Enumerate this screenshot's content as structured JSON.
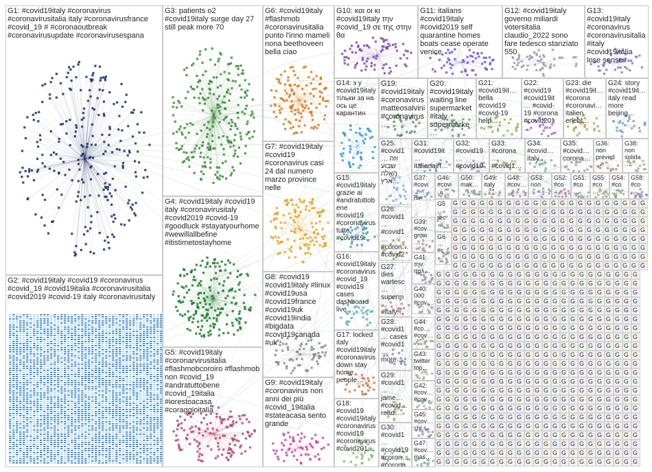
{
  "groups": [
    {
      "id": "G1",
      "text": "G1: #covid19italy #coronavirus #coronavirusitalia italy #coronavirusfrance #covid_19 # #coronaoutbreak #coronavirusupdate #coronavirusespana",
      "color": "#1b2a5e",
      "shape": "ellipse"
    },
    {
      "id": "G2",
      "text": "G2: #covid19italy #covid19 #coronavirus #covid_19 #covid19italia #coronavirusitalia #covid2019 #covid-19 italy #coronavirusitaly",
      "color": "#2d7fbf",
      "shape": "grid"
    },
    {
      "id": "G3",
      "text": "G3: patients o2 #covid19italy surge day 27 still peak more 70",
      "color": "#3a8a3a",
      "shape": "ellipse"
    },
    {
      "id": "G4",
      "text": "G4: #covid19italy #covid19 italy #coronavirusitaly #covid2019 #covid-19 #goodluck #stayatyourhome #wewillallbefine #itistimetostayhome",
      "color": "#1e7a2e",
      "shape": "ellipse"
    },
    {
      "id": "G5",
      "text": "G5: #covid19italy #coronarvirusitalia #flashmobcoroiro #flashmob non #covid_19 #andratuttobene #covid_19italia #iorestoacasa #coraggioitalia",
      "color": "#b04a6a",
      "shape": "ellipse"
    },
    {
      "id": "G6",
      "text": "G6: #covid19italy #flashmob #coronavirusitalia punto l'inno mameli nona beethoveen bella ciao",
      "color": "#d27a1e",
      "shape": "ellipse"
    },
    {
      "id": "G7",
      "text": "G7: #covid19italy #covid19 #coronavirus casi 24 dal numero marzo province nelle",
      "color": "#e0a52a",
      "shape": "ellipse"
    },
    {
      "id": "G8",
      "text": "G8: #covid19 #covid19italy #linux #covid19usa #covid19france #covid19uk #covid19india #bigdata #covid19canada #uk",
      "color": "#8a8a8a",
      "shape": "ellipse"
    },
    {
      "id": "G9",
      "text": "G9: #covid19italy #coronavirus non anni dei più #covid_19italia #stateacasa sento grande",
      "color": "#c04a9a",
      "shape": "ellipse"
    },
    {
      "id": "G10",
      "text": "G10: και οι κι #covid19italy την #covid_19 σε της στην θα",
      "color": "#7a4ab0",
      "shape": "ellipse"
    },
    {
      "id": "G11",
      "text": "G11: italians #covid19italy #covid2019 self quarantine homes boats cease operate venice",
      "color": "#6a5acd",
      "shape": "ellipse"
    },
    {
      "id": "G12",
      "text": "G12: #covid19italy governo miliardi votersitalia claudio_2022 sono fare tedesco stanziato 550",
      "color": "#9a9ab0",
      "shape": "ellipse"
    },
    {
      "id": "G13",
      "text": "G13: #covid19italy #coronavirus #coronavirusitalia #italy #covid19italia lose sense",
      "color": "#8a7ac0",
      "shape": "ellipse"
    },
    {
      "id": "G14",
      "text": "G14: з у #covid19italy тільки за на ось це карантин",
      "color": "#3a9ad0",
      "shape": "ellipse"
    },
    {
      "id": "G15",
      "text": "G15: #covid19italy grazie ai #andratuttobene #covid19 #coronavirus tutto #covid19…",
      "color": "#4aa0c0",
      "shape": "ellipse"
    },
    {
      "id": "G16",
      "text": "G16: #covid19italy #coronavirus #covid_19 #covid19 cases dashboard live…",
      "color": "#5ab0b0",
      "shape": "ellipse"
    },
    {
      "id": "G17",
      "text": "G17: locked italy #covid19italy #coronavirus down stay home people…",
      "color": "#c07a5a",
      "shape": "ellipse"
    },
    {
      "id": "G18",
      "text": "G18: #covid19 #covid19italy #coronavirus #covid19 #coronavirus #covid201…",
      "color": "#7ac07a",
      "shape": "ellipse"
    },
    {
      "id": "G19",
      "text": "G19: #covid19italy #coronavirus matteosalvini #coronavirus…",
      "color": "#5a8a5a",
      "shape": "ellipse"
    },
    {
      "id": "G20",
      "text": "G20: #covid19italy waiting line supermarket #italy supermarke…",
      "color": "#6a9a7a",
      "shape": "ellipse"
    },
    {
      "id": "G21",
      "text": "G21: #covid19it… bella #covid19 #covid-19 help…",
      "color": "#9ab06a",
      "shape": "ellipse"
    },
    {
      "id": "G22",
      "text": "G22: #covid19 #covid19it… #covid-19 #corona #covid201…",
      "color": "#a07ac0",
      "shape": "ellipse"
    },
    {
      "id": "G23",
      "text": "G23: die #covid19it… #corona #coronavi… italien erlebt…",
      "color": "#c0a05a",
      "shape": "ellipse"
    },
    {
      "id": "G24",
      "text": "G24: story #covid19it… italy read more beijing…",
      "color": "#7aa0c0",
      "shape": "ellipse"
    },
    {
      "id": "G25",
      "text": "G25: #covid1… וזה שבוע האלה ארץ…",
      "color": "#8ab0d0",
      "shape": "ellipse"
    },
    {
      "id": "G26",
      "text": "G26: #covid1… #covid1… #coron… #covid2…",
      "color": "#a0a060",
      "shape": "ellipse"
    },
    {
      "id": "G27",
      "text": "G27: dies wartesc… superm… #italy…",
      "color": "#b08a8a",
      "shape": "ellipse"
    },
    {
      "id": "G28",
      "text": "G28: #covid1… cases #covid1… more…",
      "color": "#8a8ab0",
      "shape": "ellipse"
    },
    {
      "id": "G29",
      "text": "G29: #covid1… jame… #covid… read…",
      "color": "#b0a080",
      "shape": "ellipse"
    },
    {
      "id": "G30",
      "text": "G30: #covid1… #covid19 #coron… #corona…",
      "color": "#90b090",
      "shape": "ellipse"
    },
    {
      "id": "G31",
      "text": "G31: #covid19it… italianairf…",
      "color": "#80a0b0",
      "shape": "ellipse"
    },
    {
      "id": "G32",
      "text": "G32: #covid19… #covid19…",
      "color": "#a090b0",
      "shape": "ellipse"
    },
    {
      "id": "G33",
      "text": "G33: #corona… #covid1…",
      "color": "#b0b080",
      "shape": "ellipse"
    },
    {
      "id": "G34",
      "text": "G34: #covid… italy…",
      "color": "#80b0a0",
      "shape": "ellipse"
    },
    {
      "id": "G35",
      "text": "G35: #covid… corona…",
      "color": "#a0a0a0",
      "shape": "ellipse"
    },
    {
      "id": "G36",
      "text": "G36: non preved…",
      "color": "#b09080",
      "shape": "ellipse"
    },
    {
      "id": "G37",
      "text": "G37: #covi… die…",
      "color": "#90a0c0",
      "shape": "ellipse"
    },
    {
      "id": "G38",
      "text": "G38: non solida…",
      "color": "#a0b090",
      "shape": "ellipse"
    },
    {
      "id": "G39",
      "text": "G39: #cov… grow…",
      "color": "#b0a0a0",
      "shape": "ellipse"
    },
    {
      "id": "G40",
      "text": "G40: 000 #cov…",
      "color": "#a0a0b0",
      "shape": "ellipse"
    },
    {
      "id": "G41",
      "text": "G41: την ιταλ…",
      "color": "#9090a0",
      "shape": "ellipse"
    },
    {
      "id": "G42",
      "text": "G42: #cov… #cov…",
      "color": "#a0b0b0",
      "shape": "ellipse"
    },
    {
      "id": "G43",
      "text": "G43: twitter top…",
      "color": "#b0b0a0",
      "shape": "ellipse"
    },
    {
      "id": "G44",
      "text": "G44: #co… #cov…",
      "color": "#a0a090",
      "shape": "ellipse"
    },
    {
      "id": "G45",
      "text": "G45: #cov… chi…",
      "color": "#9090b0",
      "shape": "ellipse"
    },
    {
      "id": "G46",
      "text": "G46: #covi…",
      "color": "#a0a0a0",
      "shape": "ellipse"
    },
    {
      "id": "G47",
      "text": "G47: #cov… mas…",
      "color": "#90b0a0",
      "shape": "ellipse"
    },
    {
      "id": "G48",
      "text": "G48: #cov…",
      "color": "#a090a0",
      "shape": "ellipse"
    },
    {
      "id": "G49",
      "text": "G49: italy",
      "color": "#b0a090",
      "shape": "ellipse"
    },
    {
      "id": "G50",
      "text": "G50: mak…",
      "color": "#90a0a0",
      "shape": "ellipse"
    },
    {
      "id": "G51",
      "text": "G51: #co…",
      "color": "#a0b0a0",
      "shape": "ellipse"
    },
    {
      "id": "G52",
      "text": "G52: #co…",
      "color": "#b090a0",
      "shape": "ellipse"
    },
    {
      "id": "G53",
      "text": "G53: non",
      "color": "#a0a0b0",
      "shape": "ellipse"
    },
    {
      "id": "G54",
      "text": "G54: #co…",
      "color": "#90b090",
      "shape": "ellipse"
    },
    {
      "id": "G55",
      "text": "G55: #co…",
      "color": "#b0b090",
      "shape": "ellipse"
    },
    {
      "id": "G58",
      "text": "G58: #co…",
      "color": "#a090b0",
      "shape": "ellipse"
    },
    {
      "id": "G5x",
      "text": "G5… rec…",
      "color": "#a0a0a0",
      "shape": "ellipse"
    },
    {
      "id": "G6x",
      "text": "G6… #c…",
      "color": "#9a9a9a",
      "shape": "ellipse"
    }
  ],
  "grid_cell_label": "G"
}
